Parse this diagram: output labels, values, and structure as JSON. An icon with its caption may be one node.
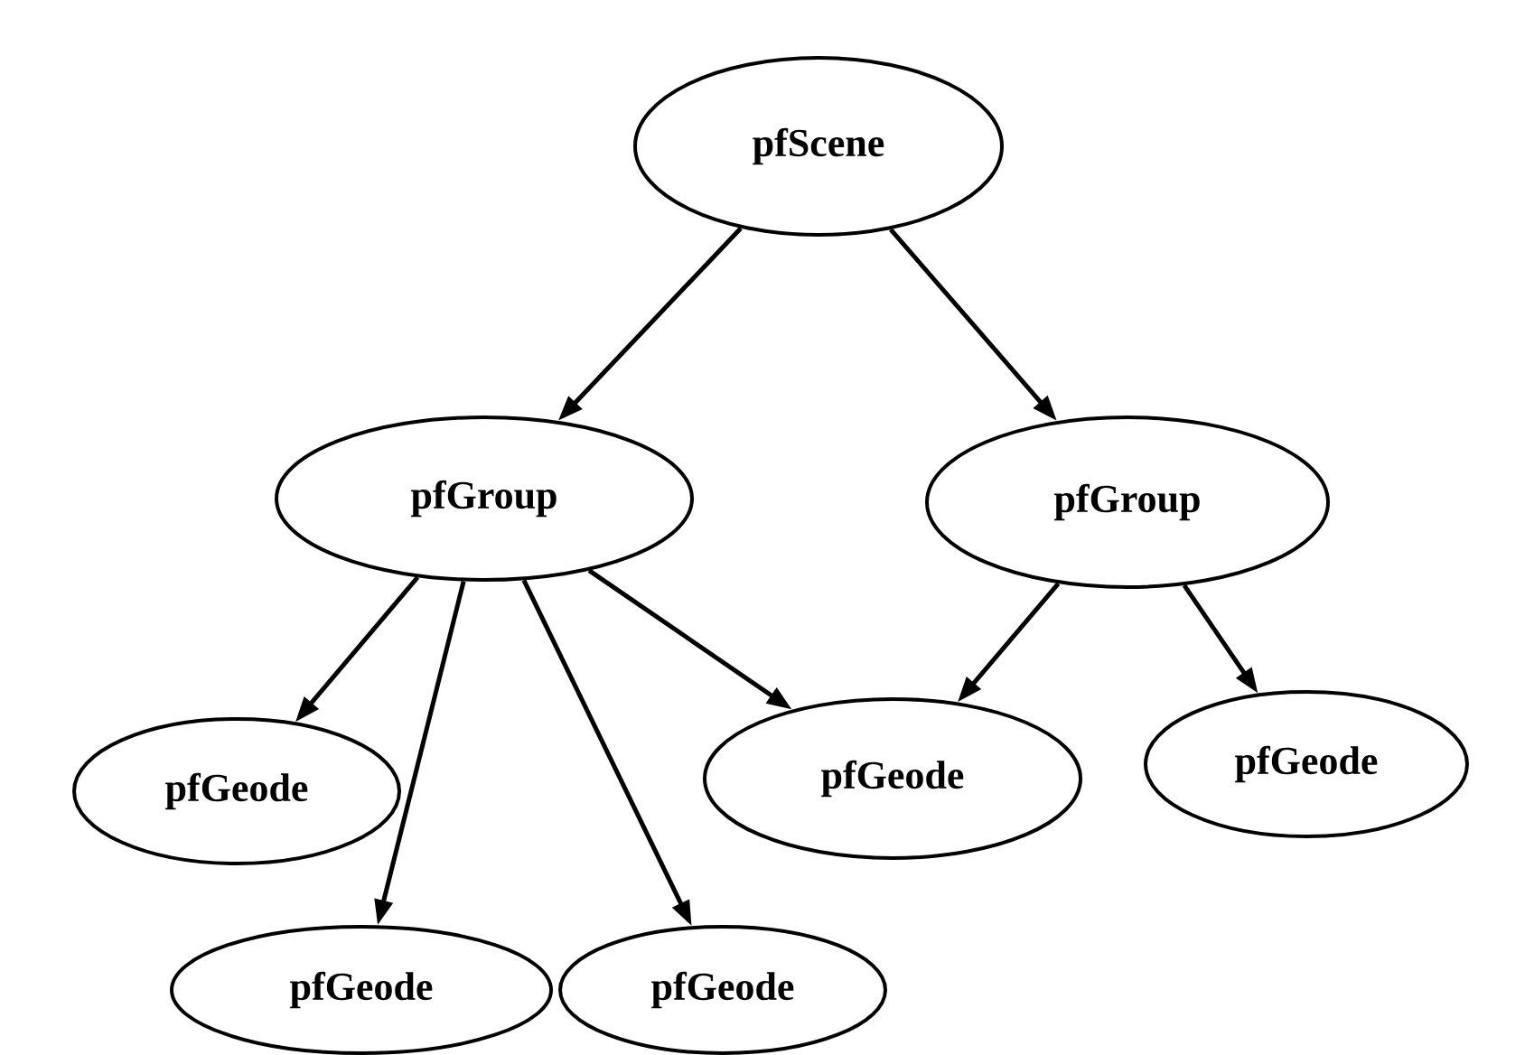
{
  "diagram": {
    "nodes": [
      {
        "text": [
          "pfScene"
        ]
      },
      {
        "text": [
          "pfGroup"
        ]
      },
      {
        "text": [
          "pfGroup"
        ]
      },
      {
        "text": [
          "pfGeode"
        ]
      },
      {
        "text": [
          "pfGeode"
        ]
      },
      {
        "text": [
          "pfGeode"
        ]
      },
      {
        "text": [
          "pfGeode"
        ]
      },
      {
        "text": [
          "pfGeode"
        ]
      }
    ],
    "edges": [
      {
        "from": 0,
        "to": 1,
        "arrow": "to"
      },
      {
        "from": 0,
        "to": 2,
        "arrow": "to"
      },
      {
        "from": 1,
        "to": 3,
        "arrow": "to"
      },
      {
        "from": 1,
        "to": 6,
        "arrow": "to"
      },
      {
        "from": 1,
        "to": 7,
        "arrow": "to"
      },
      {
        "from": 1,
        "to": 4,
        "arrow": "to"
      },
      {
        "from": 2,
        "to": 4,
        "arrow": "to"
      },
      {
        "from": 2,
        "to": 5,
        "arrow": "to"
      }
    ]
  }
}
